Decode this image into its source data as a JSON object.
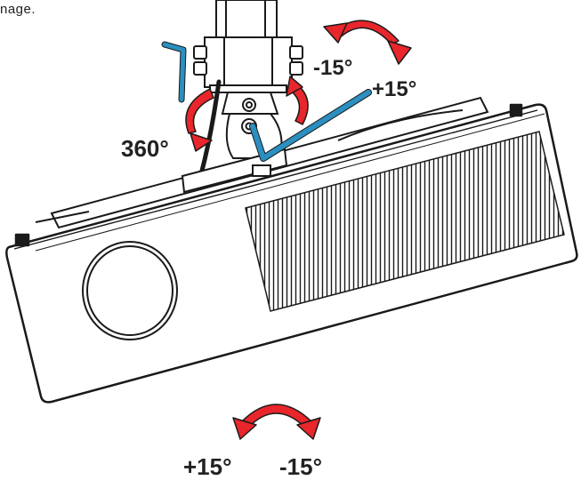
{
  "caption": "nage.",
  "labels": {
    "tilt_minus_top": "-15°",
    "tilt_plus_top": "+15°",
    "rotate": "360°",
    "roll_plus_bottom": "+15°",
    "roll_minus_bottom": "-15°"
  },
  "colors": {
    "arrow": "#e8262b",
    "hex_key": "#2b8fbf",
    "line": "#1a1a1a",
    "text": "#222222"
  },
  "icons": [
    "hex-key-icon",
    "rotation-arrow-icon",
    "curved-double-arrow-icon"
  ]
}
